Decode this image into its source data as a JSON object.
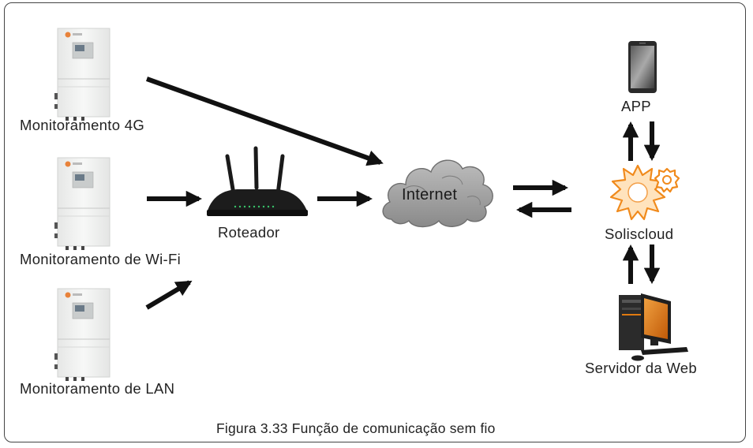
{
  "labels": {
    "inv_4g": "Monitoramento 4G",
    "inv_wifi": "Monitoramento de Wi-Fi",
    "inv_lan": "Monitoramento de LAN",
    "router": "Roteador",
    "internet": "Internet",
    "app": "APP",
    "cloud_service": "Soliscloud",
    "web_server": "Servidor da Web"
  },
  "caption": "Figura 3.33 Função de comunicação sem fio",
  "colors": {
    "arrow": "#111111",
    "inverter_body": "#f2f3f2",
    "inverter_logo": "#e8823a",
    "router": "#1a1a1a",
    "cloud": "#9a9a9a",
    "soliscloud_logo": "#f08a1c",
    "monitor_accent": "#e07a10"
  },
  "icons": {
    "inverter": "inverter-icon",
    "router": "router-icon",
    "cloud": "cloud-icon",
    "phone": "smartphone-icon",
    "soliscloud": "sun-gear-icon",
    "computer": "desktop-computer-icon"
  }
}
